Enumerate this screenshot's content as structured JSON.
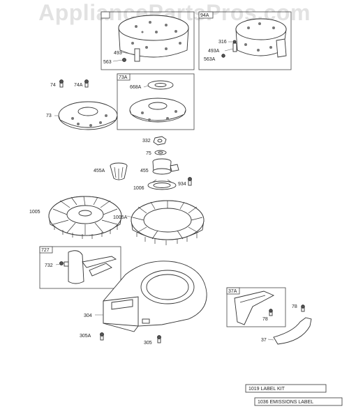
{
  "watermark": "AppliancePartsPros.com",
  "labels": {
    "l74": "74",
    "l74A": "74A",
    "l73": "73",
    "l73A": "73A",
    "l668A": "668A",
    "l493": "493",
    "l563": "563",
    "l94A": "94A",
    "l316": "316",
    "l493A": "493A",
    "l563A": "563A",
    "l332": "332",
    "l75": "75",
    "l455A": "455A",
    "l455": "455",
    "l1006": "1006",
    "l934": "934",
    "l1005": "1005",
    "l1005A": "1005A",
    "l727": "727",
    "l732": "732",
    "l304": "304",
    "l305A": "305A",
    "l305": "305",
    "l37A": "37A",
    "l78a": "78",
    "l78b": "78",
    "l37": "37"
  },
  "kits": {
    "label_kit": "1019 LABEL KIT",
    "emissions_label": "1036 EMISSIONS LABEL"
  }
}
